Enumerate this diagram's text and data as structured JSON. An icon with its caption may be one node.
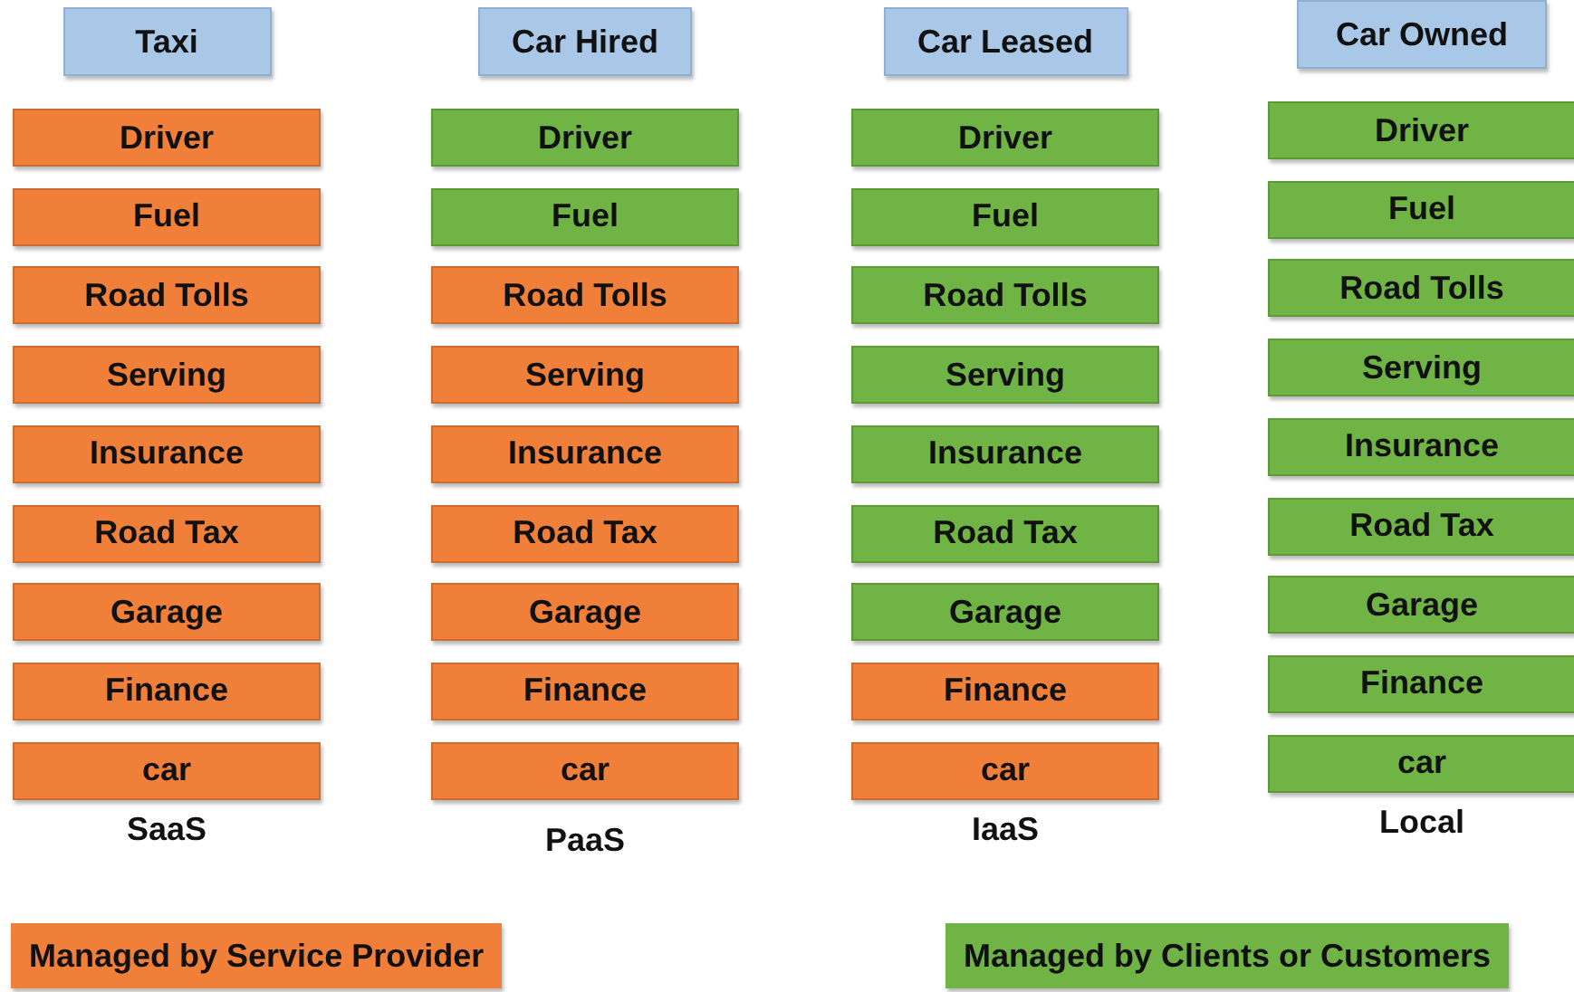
{
  "diagram": {
    "nodes": [
      {
        "text": [
          "Taxi"
        ]
      },
      {
        "text": [
          "Driver"
        ]
      },
      {
        "text": [
          "Fuel"
        ]
      },
      {
        "text": [
          "Road Tolls"
        ]
      },
      {
        "text": [
          "Serving"
        ]
      },
      {
        "text": [
          "Insurance"
        ]
      },
      {
        "text": [
          "Road Tax"
        ]
      },
      {
        "text": [
          "Garage"
        ]
      },
      {
        "text": [
          "Finance"
        ]
      },
      {
        "text": [
          "car"
        ]
      },
      {
        "text": [
          "Car Hired"
        ]
      },
      {
        "text": [
          "Driver"
        ]
      },
      {
        "text": [
          "Fuel"
        ]
      },
      {
        "text": [
          "Road Tolls"
        ]
      },
      {
        "text": [
          "Serving"
        ]
      },
      {
        "text": [
          "Insurance"
        ]
      },
      {
        "text": [
          "Road Tax"
        ]
      },
      {
        "text": [
          "Garage"
        ]
      },
      {
        "text": [
          "Finance"
        ]
      },
      {
        "text": [
          "car"
        ]
      },
      {
        "text": [
          "Car Leased"
        ]
      },
      {
        "text": [
          "Driver"
        ]
      },
      {
        "text": [
          "Fuel"
        ]
      },
      {
        "text": [
          "Road Tolls"
        ]
      },
      {
        "text": [
          "Serving"
        ]
      },
      {
        "text": [
          "Insurance"
        ]
      },
      {
        "text": [
          "Road Tax"
        ]
      },
      {
        "text": [
          "Garage"
        ]
      },
      {
        "text": [
          "Finance"
        ]
      },
      {
        "text": [
          "car"
        ]
      },
      {
        "text": [
          "Car Owned"
        ]
      },
      {
        "text": [
          "Driver"
        ]
      },
      {
        "text": [
          "Fuel"
        ]
      },
      {
        "text": [
          "Road Tolls"
        ]
      },
      {
        "text": [
          "Serving"
        ]
      },
      {
        "text": [
          "Insurance"
        ]
      },
      {
        "text": [
          "Road Tax"
        ]
      },
      {
        "text": [
          "Garage"
        ]
      },
      {
        "text": [
          "Finance"
        ]
      },
      {
        "text": [
          "car"
        ]
      }
    ],
    "labels": [
      "SaaS",
      "PaaS",
      "IaaS",
      "Local"
    ],
    "legend": [
      {
        "text": "Managed by Service Provider",
        "color": "#f07f3a"
      },
      {
        "text": "Managed by Clients or Customers",
        "color": "#6fb444"
      }
    ]
  }
}
